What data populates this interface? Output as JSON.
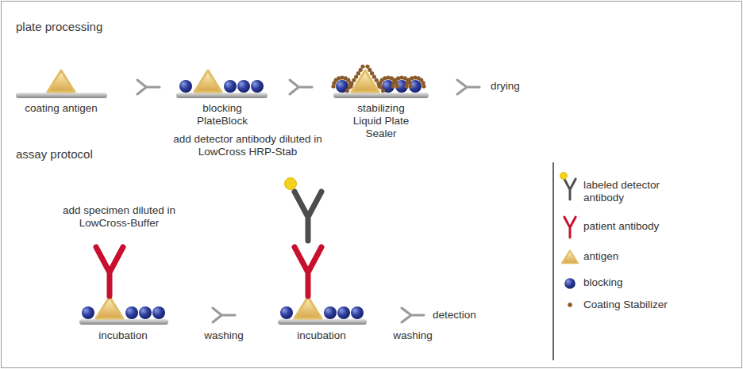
{
  "diagram": {
    "nodes": [
      {
        "text": [
          "coating antigen"
        ]
      },
      {
        "text": [
          "blocking PlateBlock"
        ]
      },
      {
        "text": [
          "stabilizing Liquid Plate Sealer"
        ]
      },
      {
        "text": [
          "incubation"
        ]
      },
      {
        "text": [
          "incubation"
        ]
      }
    ],
    "edges": [
      {
        "from": 0,
        "to": 1,
        "arrow": "to"
      },
      {
        "from": 1,
        "to": 2,
        "arrow": "to"
      },
      {
        "from": 3,
        "to": 4,
        "arrow": "to",
        "label": "washing"
      }
    ],
    "labels": [
      "plate processing",
      "drying",
      "assay protocol",
      "add specimen diluted in LowCross-Buffer",
      "add detector antibody diluted in LowCross HRP-Stab",
      "washing",
      "detection"
    ],
    "legend": [
      {
        "text": "labeled detector antibody"
      },
      {
        "text": "patient antibody"
      },
      {
        "text": "antigen"
      },
      {
        "text": "blocking"
      },
      {
        "text": "Coating Stabilizer"
      }
    ]
  }
}
